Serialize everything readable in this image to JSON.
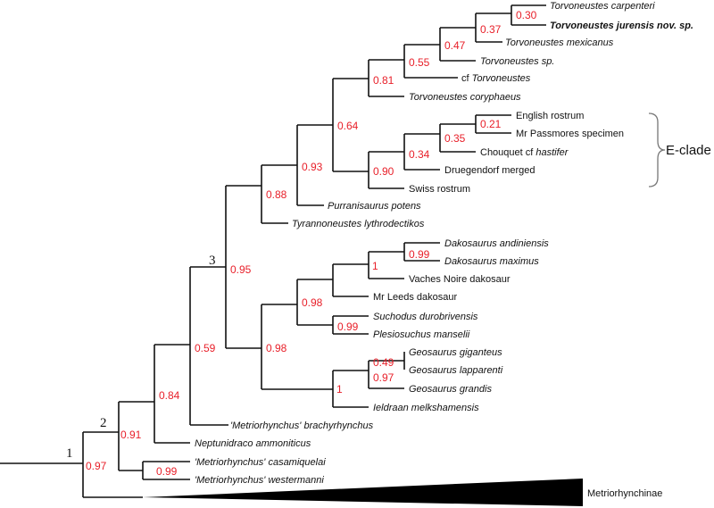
{
  "taxa": {
    "carpenteri": "Torvoneustes carpenteri",
    "jurensis": "Torvoneustes jurensis nov. sp.",
    "mexicanus": "Torvoneustes mexicanus",
    "tsp": "Torvoneustes sp.",
    "cf_torvo_prefix": "cf ",
    "cf_torvo_name": "Torvoneustes",
    "coryphaeus": "Torvoneustes coryphaeus",
    "english": "English rostrum",
    "passmores": "Mr Passmores specimen",
    "chouquet_prefix": "Chouquet cf ",
    "chouquet_name": "hastifer",
    "druegendorf": "Druegendorf merged",
    "swiss": "Swiss rostrum",
    "purranisaurus": "Purranisaurus potens",
    "tyrannoneustes": "Tyrannoneustes lythrodectikos",
    "andiniensis": "Dakosaurus andiniensis",
    "maximus": "Dakosaurus maximus",
    "vaches": "Vaches Noire dakosaur",
    "leeds": "Mr Leeds dakosaur",
    "suchodus": "Suchodus durobrivensis",
    "plesiosuchus": "Plesiosuchus manselii",
    "giganteus": "Geosaurus giganteus",
    "lapparenti": "Geosaurus lapparenti",
    "grandis": "Geosaurus grandis",
    "ieldraan": "Ieldraan melkshamensis",
    "brachyrhynchus": "'Metriorhynchus' brachyrhynchus",
    "neptunidraco": "Neptunidraco ammoniticus",
    "casamiquelai": "'Metriorhynchus' casamiquelai",
    "westermanni": "'Metriorhynchus' westermanni",
    "metriorhynchinae": "Metriorhynchinae"
  },
  "support": {
    "n030": "0.30",
    "n037": "0.37",
    "n047": "0.47",
    "n055": "0.55",
    "n081": "0.81",
    "n064": "0.64",
    "n021": "0.21",
    "n035": "0.35",
    "n034": "0.34",
    "n090": "0.90",
    "n093": "0.93",
    "n088": "0.88",
    "n099a": "0.99",
    "n1a": "1",
    "n098a": "0.98",
    "n099b": "0.99",
    "n098b": "0.98",
    "n049": "0.49",
    "n097a": "0.97",
    "n1b": "1",
    "n095": "0.95",
    "n059": "0.59",
    "n084": "0.84",
    "n091": "0.91",
    "n099c": "0.99",
    "n097root": "0.97"
  },
  "node_numbers": {
    "one": "1",
    "two": "2",
    "three": "3"
  },
  "clade_label": "E-clade",
  "colors": {
    "support": "#e8202a",
    "branch": "#111111"
  }
}
